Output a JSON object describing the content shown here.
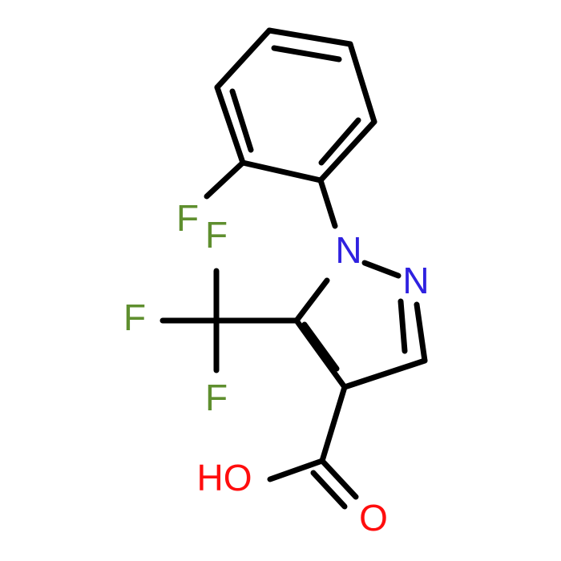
{
  "molecule": {
    "colors": {
      "bond": "#000000",
      "nitrogen": "#2f21e0",
      "fluorine": "#5f8f2f",
      "oxygen": "#ff0d0d",
      "background": "#ffffff"
    },
    "labels": {
      "n1": "N",
      "n2": "N",
      "f_aryl": "F",
      "f_top": "F",
      "f_left": "F",
      "f_bottom": "F",
      "hydroxyl": "HO",
      "carbonyl_o": "O"
    }
  }
}
